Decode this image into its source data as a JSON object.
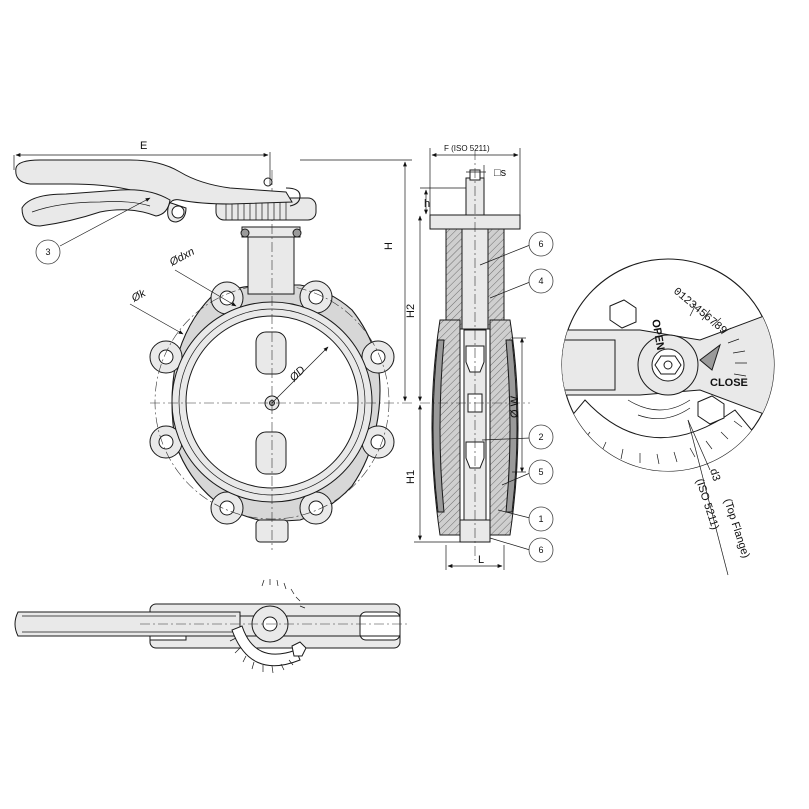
{
  "labels": {
    "E": "E",
    "H": "H",
    "H1": "H1",
    "H2": "H2",
    "L": "L",
    "h": "h",
    "F": "F (ISO 5211)",
    "s": "□s",
    "dxn": "Ødxn",
    "k": "Øk",
    "D": "ØD",
    "W": "Ø W",
    "open": "OPEN",
    "close": "CLOSE",
    "d3": "d3",
    "top_flange": "(Top  Flange)",
    "iso": "(ISO 5211)"
  },
  "callouts": [
    "3",
    "6",
    "4",
    "2",
    "5",
    "1",
    "6"
  ],
  "scale_digits": "0123456789"
}
